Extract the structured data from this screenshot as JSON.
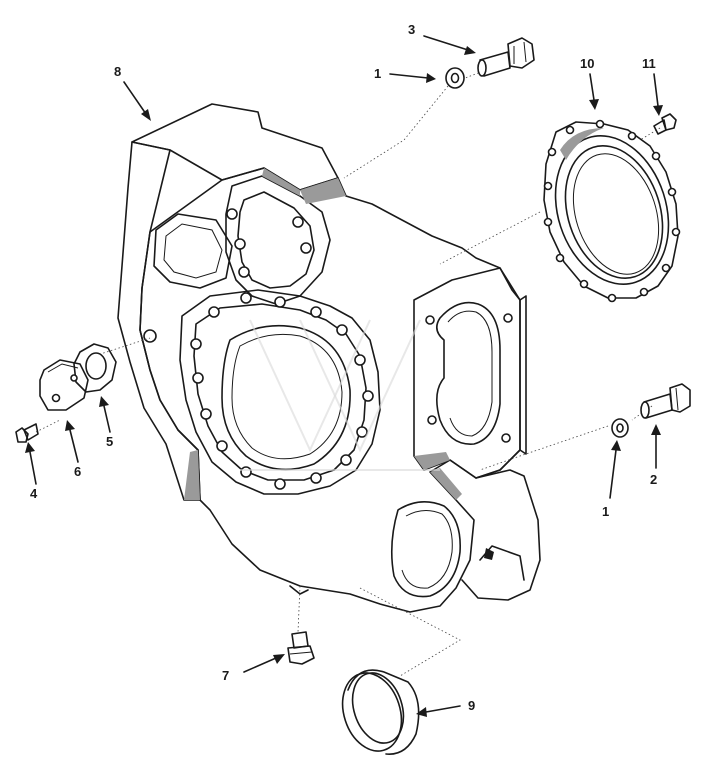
{
  "callouts": {
    "c1a": "1",
    "c1b": "1",
    "c2": "2",
    "c3": "3",
    "c4": "4",
    "c5": "5",
    "c6": "6",
    "c7": "7",
    "c8": "8",
    "c9": "9",
    "c10": "10",
    "c11": "11"
  },
  "colors": {
    "line": "#1a1a1a",
    "background": "#ffffff",
    "shade": "#9a9a9a"
  }
}
